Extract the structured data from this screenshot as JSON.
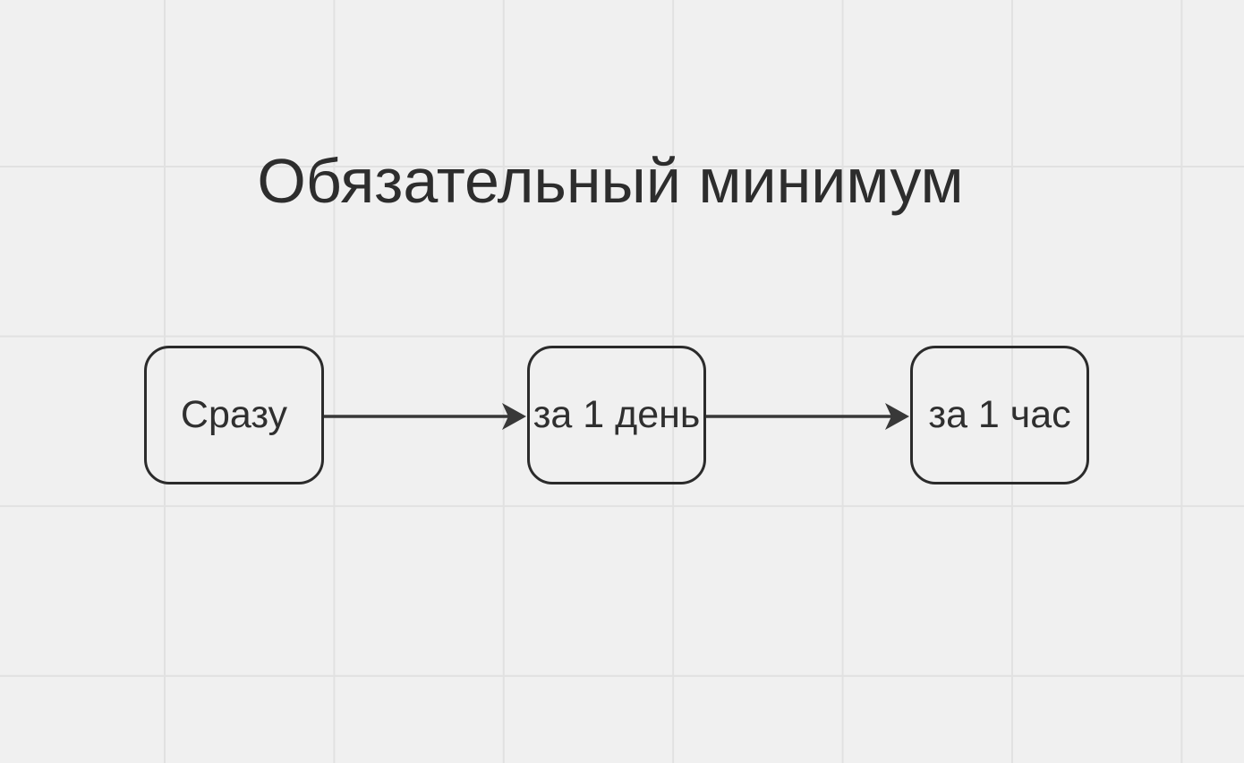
{
  "title": "Обязательный минимум",
  "diagram": {
    "nodes": [
      {
        "label": "Сразу"
      },
      {
        "label": "за 1 день"
      },
      {
        "label": "за 1 час"
      }
    ],
    "edges": [
      {
        "from": "Сразу",
        "to": "за 1 день"
      },
      {
        "from": "за 1 день",
        "to": "за 1 час"
      }
    ]
  },
  "colors": {
    "canvas_bg": "#f0f0f0",
    "grid_line": "#e1e1e1",
    "node_border": "#2b2b2b",
    "node_text": "#2f2f2f",
    "title_text": "#2d2d2d",
    "arrow": "#383838"
  }
}
